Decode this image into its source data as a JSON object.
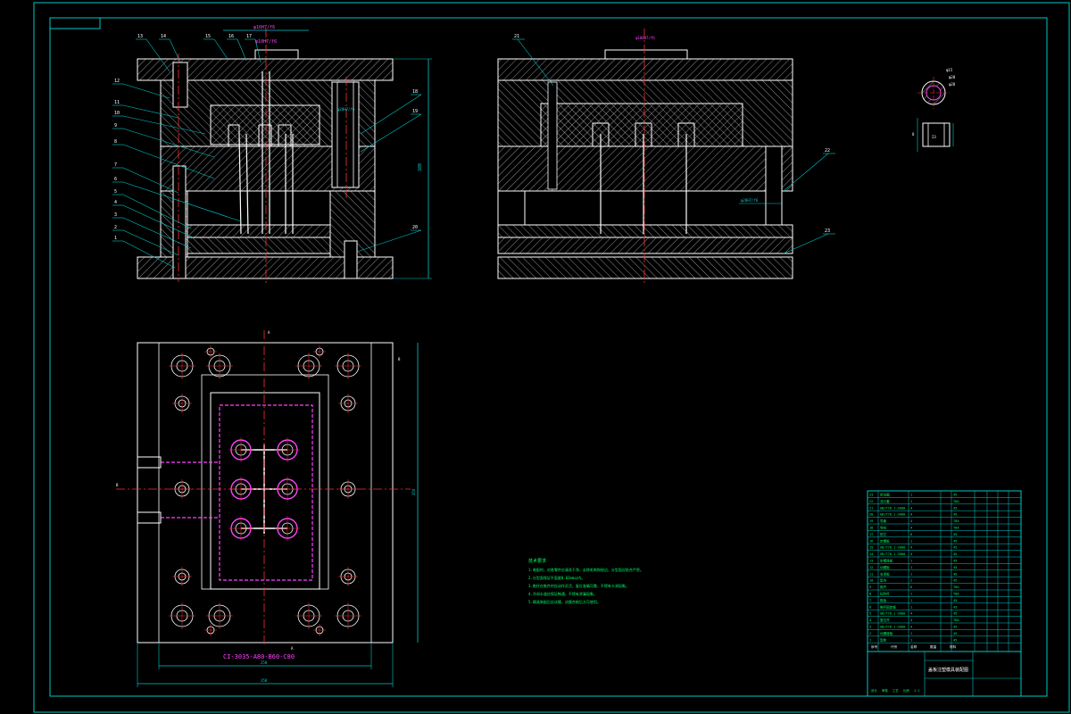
{
  "colors": {
    "background": "#000000",
    "line": "#ffffff",
    "frame": "#00c8c8",
    "center": "#ff3030",
    "dim": "#00c8c8",
    "magenta": "#ff40ff",
    "green": "#00ff66",
    "yellow": "#e0d000",
    "hatch": "#d0d0d0"
  },
  "front_view": {
    "balloons": [
      "13",
      "14",
      "15",
      "16",
      "17",
      "12",
      "11",
      "10",
      "9",
      "8",
      "7",
      "6",
      "5",
      "4",
      "3",
      "2",
      "1",
      "18",
      "19",
      "20"
    ],
    "dim_top": "φ16H7/f6",
    "dim_top2": "φ10H7/f6",
    "dim_right": "380",
    "label_cavity": "φ20H7/f6"
  },
  "side_view": {
    "balloons": [
      "21",
      "22",
      "23"
    ],
    "label_top": "φ100H7/f6",
    "label_pin": "φ20H7/f6"
  },
  "detail_view": {
    "labels": [
      "φ15",
      "φ20",
      "φ28",
      "23",
      "8"
    ]
  },
  "top_view": {
    "part_code": "CI-3035-A80-B60-C80",
    "dim_inner": "250",
    "dim_outer": "350",
    "dim_side": "350",
    "section_marks": [
      "A",
      "A",
      "B",
      "B"
    ]
  },
  "notes": {
    "heading": "技术要求",
    "lines": [
      "1.装配时，对各零件应清洗干净，去除毛刺和锐边，分型面应贴合严密。",
      "2.分型面保证平面度0.02mm以内。",
      "3.推杆在推件时应动作灵活，复位准确可靠，不得有卡滞现象。",
      "4.冷却水道应保证畅通，不得有渗漏现象。",
      "5.模具装配后应试模，试模合格后方可使用。"
    ]
  },
  "title_block": {
    "title": "盖板注塑模具装配图",
    "rows": [
      [
        "23",
        "定位圈",
        "1",
        "45"
      ],
      [
        "22",
        "浇口套",
        "1",
        "T8A"
      ],
      [
        "21",
        "GB/T70.1-2000",
        "4",
        "45"
      ],
      [
        "20",
        "GB/T70.1-2000",
        "4",
        "45"
      ],
      [
        "19",
        "导套",
        "4",
        "T8A"
      ],
      [
        "18",
        "导柱",
        "4",
        "T8A"
      ],
      [
        "17",
        "型芯",
        "6",
        "45"
      ],
      [
        "16",
        "定模板",
        "1",
        "45"
      ],
      [
        "15",
        "GB/T70.1-2000",
        "4",
        "45"
      ],
      [
        "14",
        "GB/T70.1-2000",
        "4",
        "45"
      ],
      [
        "13",
        "定模座板",
        "1",
        "45"
      ],
      [
        "12",
        "动模板",
        "1",
        "45"
      ],
      [
        "11",
        "支承板",
        "1",
        "45"
      ],
      [
        "10",
        "垫块",
        "2",
        "45"
      ],
      [
        "9",
        "推杆",
        "6",
        "T8A"
      ],
      [
        "8",
        "拉料杆",
        "1",
        "T8A"
      ],
      [
        "7",
        "推板",
        "1",
        "45"
      ],
      [
        "6",
        "推杆固定板",
        "1",
        "45"
      ],
      [
        "5",
        "GB/T70.1-2000",
        "4",
        "45"
      ],
      [
        "4",
        "复位杆",
        "4",
        "T8A"
      ],
      [
        "3",
        "GB/T70.1-2000",
        "4",
        "45"
      ],
      [
        "2",
        "动模座板",
        "1",
        "45"
      ],
      [
        "1",
        "型腔",
        "1",
        "45"
      ]
    ],
    "headers": [
      "序号",
      "代号",
      "名称",
      "数量",
      "材料"
    ],
    "footer": [
      "设计",
      "审核",
      "工艺",
      "比例",
      "1:1"
    ]
  }
}
